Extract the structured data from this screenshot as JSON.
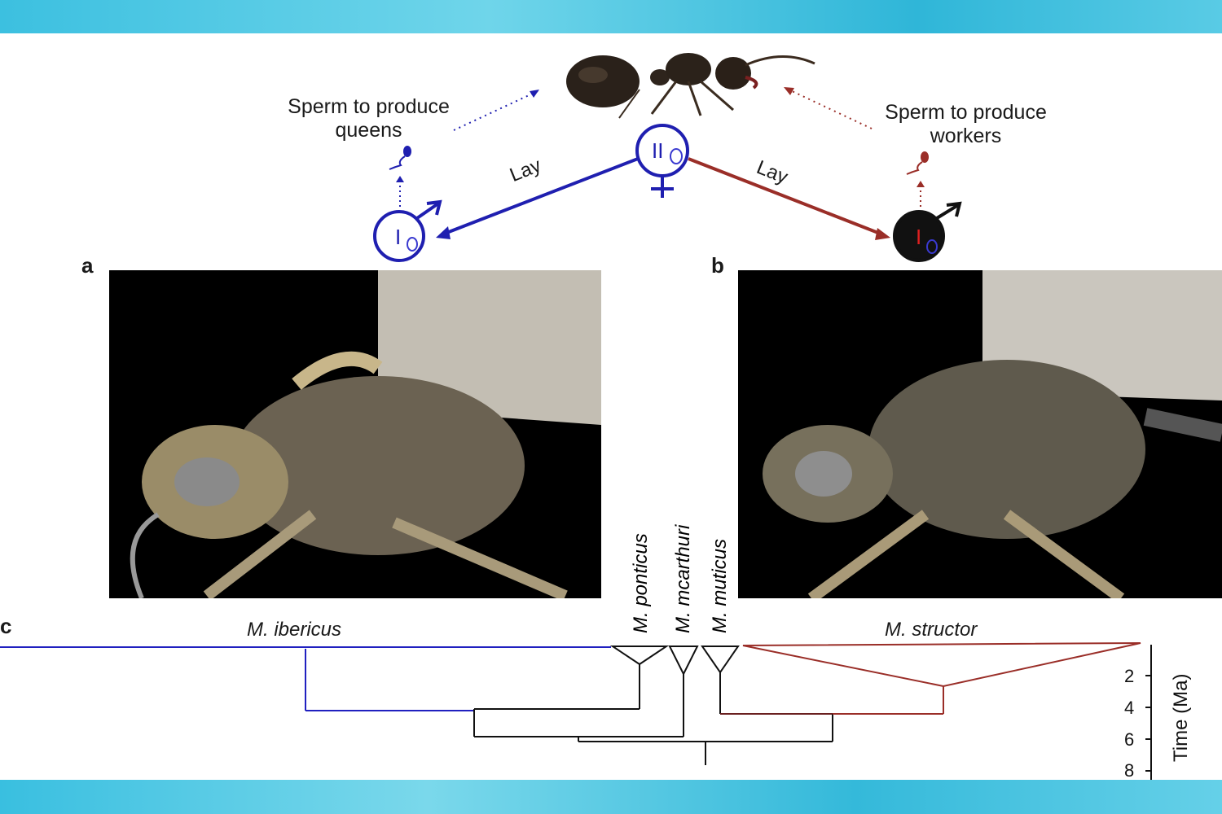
{
  "top_diagram": {
    "left_caption": "Sperm to produce\nqueens",
    "right_caption": "Sperm to produce\nworkers",
    "lay_left": "Lay",
    "lay_right": "Lay",
    "queen_symbol": "II",
    "male_symbol_left": "I",
    "male_symbol_right": "I"
  },
  "panels": {
    "a_label": "a",
    "b_label": "b",
    "c_label": "c"
  },
  "tree": {
    "species": {
      "ibericus": "M. ibericus",
      "ponticus": "M. ponticus",
      "mcarthuri": "M. mcarthuri",
      "muticus": "M. muticus",
      "structor": "M. structor"
    },
    "axis_title": "Time (Ma)",
    "ticks": [
      "2",
      "4",
      "6",
      "8"
    ]
  },
  "colors": {
    "blue": "#1f1fb0",
    "red": "#9a2e28",
    "band": "#4fc3dc"
  }
}
